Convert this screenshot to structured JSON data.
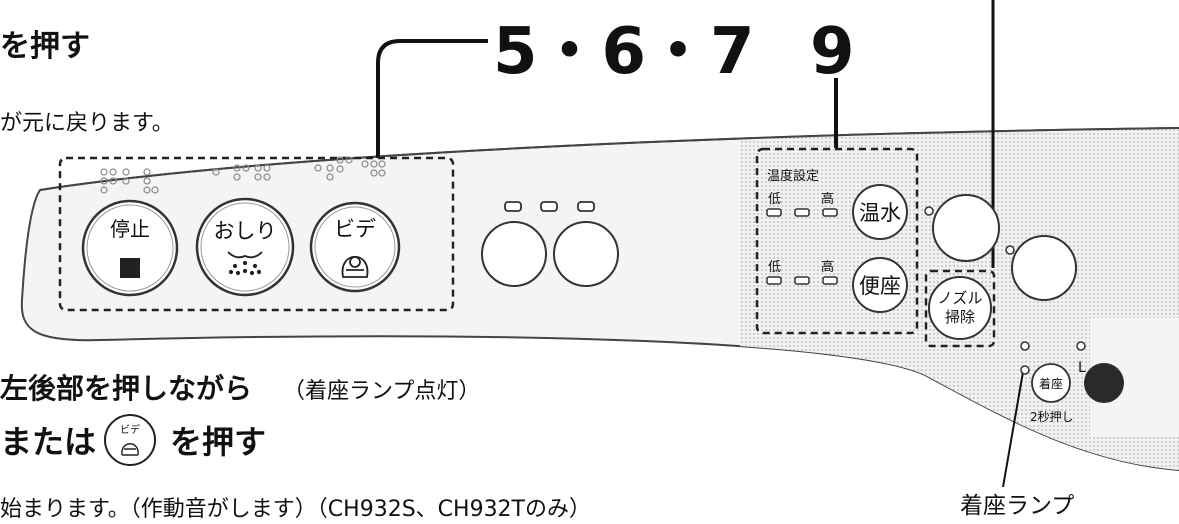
{
  "header_text": {
    "line1": "を押す",
    "line2": "が元に戻ります。",
    "line3_bold": "左後部を押しながら",
    "line3_paren": "（着座ランプ点灯）",
    "line4_pre": "または",
    "line4_post": "を押す",
    "line5": "始まります。（作動音がします）（CH932S、CH932Tのみ）"
  },
  "callouts": {
    "left": "5・6・7",
    "right": "9"
  },
  "buttons": {
    "stop": "停止",
    "oshiri": "おしり",
    "bidet": "ビデ",
    "onsui": "温水",
    "benza": "便座",
    "nozzle_line1": "ノズル",
    "nozzle_line2": "掃除",
    "chakuza": "着座",
    "inline_bidet": "ビデ"
  },
  "temp_panel": {
    "title": "温度設定",
    "low": "低",
    "high": "高"
  },
  "labels": {
    "two_sec": "2秒押し",
    "L": "L",
    "seat_lamp": "着座ランプ"
  }
}
